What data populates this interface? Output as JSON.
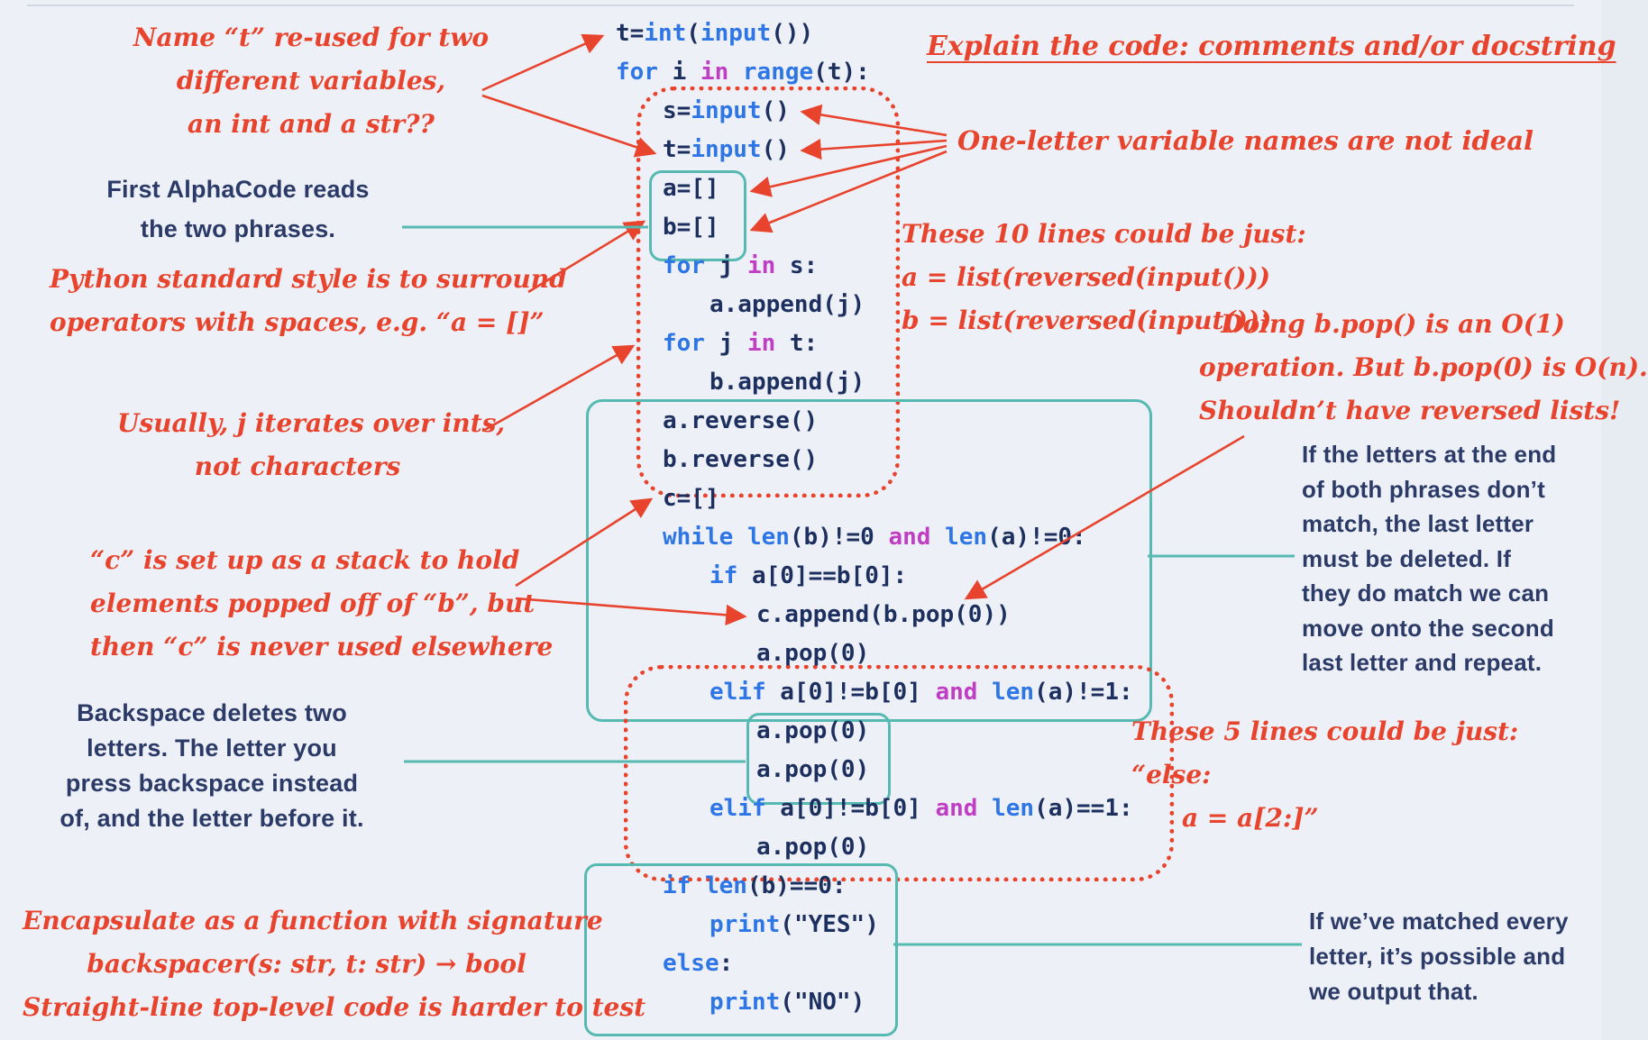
{
  "palette": {
    "background": "#edf1f7",
    "annotation_red": "#e8432d",
    "annotation_navy": "#2b3a67",
    "connector_teal": "#56b9b2",
    "code_plain": "#1c2f5e",
    "code_keyword_blue": "#2e75e6",
    "code_operator_magenta": "#c03ec4"
  },
  "code": {
    "language": "python",
    "lines": [
      {
        "indent": 0,
        "tokens": [
          [
            "p",
            "t="
          ],
          [
            "b",
            "int"
          ],
          [
            "p",
            "("
          ],
          [
            "b",
            "input"
          ],
          [
            "p",
            "())"
          ]
        ]
      },
      {
        "indent": 0,
        "tokens": [
          [
            "k",
            "for"
          ],
          [
            "p",
            " i "
          ],
          [
            "m",
            "in"
          ],
          [
            "p",
            " "
          ],
          [
            "b",
            "range"
          ],
          [
            "p",
            "(t):"
          ]
        ]
      },
      {
        "indent": 1,
        "tokens": [
          [
            "p",
            "s="
          ],
          [
            "b",
            "input"
          ],
          [
            "p",
            "()"
          ]
        ]
      },
      {
        "indent": 1,
        "tokens": [
          [
            "p",
            "t="
          ],
          [
            "b",
            "input"
          ],
          [
            "p",
            "()"
          ]
        ]
      },
      {
        "indent": 1,
        "tokens": [
          [
            "p",
            "a=[]"
          ]
        ]
      },
      {
        "indent": 1,
        "tokens": [
          [
            "p",
            "b=[]"
          ]
        ]
      },
      {
        "indent": 1,
        "tokens": [
          [
            "k",
            "for"
          ],
          [
            "p",
            " j "
          ],
          [
            "m",
            "in"
          ],
          [
            "p",
            " s:"
          ]
        ]
      },
      {
        "indent": 2,
        "tokens": [
          [
            "p",
            "a.append(j)"
          ]
        ]
      },
      {
        "indent": 1,
        "tokens": [
          [
            "k",
            "for"
          ],
          [
            "p",
            " j "
          ],
          [
            "m",
            "in"
          ],
          [
            "p",
            " t:"
          ]
        ]
      },
      {
        "indent": 2,
        "tokens": [
          [
            "p",
            "b.append(j)"
          ]
        ]
      },
      {
        "indent": 1,
        "tokens": [
          [
            "p",
            "a.reverse()"
          ]
        ]
      },
      {
        "indent": 1,
        "tokens": [
          [
            "p",
            "b.reverse()"
          ]
        ]
      },
      {
        "indent": 1,
        "tokens": [
          [
            "p",
            "c=[]"
          ]
        ]
      },
      {
        "indent": 1,
        "tokens": [
          [
            "k",
            "while"
          ],
          [
            "p",
            " "
          ],
          [
            "b",
            "len"
          ],
          [
            "p",
            "(b)!=0 "
          ],
          [
            "m",
            "and"
          ],
          [
            "p",
            " "
          ],
          [
            "b",
            "len"
          ],
          [
            "p",
            "(a)!=0:"
          ]
        ]
      },
      {
        "indent": 2,
        "tokens": [
          [
            "k",
            "if"
          ],
          [
            "p",
            " a[0]==b[0]:"
          ]
        ]
      },
      {
        "indent": 3,
        "tokens": [
          [
            "p",
            "c.append(b.pop(0))"
          ]
        ]
      },
      {
        "indent": 3,
        "tokens": [
          [
            "p",
            "a.pop(0)"
          ]
        ]
      },
      {
        "indent": 2,
        "tokens": [
          [
            "k",
            "elif"
          ],
          [
            "p",
            " a[0]!=b[0] "
          ],
          [
            "m",
            "and"
          ],
          [
            "p",
            " "
          ],
          [
            "b",
            "len"
          ],
          [
            "p",
            "(a)!=1:"
          ]
        ]
      },
      {
        "indent": 3,
        "tokens": [
          [
            "p",
            "a.pop(0)"
          ]
        ]
      },
      {
        "indent": 3,
        "tokens": [
          [
            "p",
            "a.pop(0)"
          ]
        ]
      },
      {
        "indent": 2,
        "tokens": [
          [
            "k",
            "elif"
          ],
          [
            "p",
            " a[0]!=b[0] "
          ],
          [
            "m",
            "and"
          ],
          [
            "p",
            " "
          ],
          [
            "b",
            "len"
          ],
          [
            "p",
            "(a)==1:"
          ]
        ]
      },
      {
        "indent": 3,
        "tokens": [
          [
            "p",
            "a.pop(0)"
          ]
        ]
      },
      {
        "indent": 1,
        "tokens": [
          [
            "k",
            "if"
          ],
          [
            "p",
            " "
          ],
          [
            "b",
            "len"
          ],
          [
            "p",
            "(b)==0:"
          ]
        ]
      },
      {
        "indent": 2,
        "tokens": [
          [
            "b",
            "print"
          ],
          [
            "p",
            "("
          ],
          [
            "s",
            "\"YES\""
          ],
          [
            "p",
            ")"
          ]
        ]
      },
      {
        "indent": 1,
        "tokens": [
          [
            "k",
            "else"
          ],
          [
            "p",
            ":"
          ]
        ]
      },
      {
        "indent": 2,
        "tokens": [
          [
            "b",
            "print"
          ],
          [
            "p",
            "("
          ],
          [
            "s",
            "\"NO\""
          ],
          [
            "p",
            ")"
          ]
        ]
      }
    ]
  },
  "annotations": {
    "name_t_reuse": {
      "lines": [
        "Name “t” re-used for two",
        "different variables,",
        "an int and a str??"
      ]
    },
    "first_alphacode": {
      "lines": [
        "First AlphaCode reads",
        "the two phrases."
      ]
    },
    "python_style": {
      "lines": [
        "Python standard style is to surround",
        "operators with spaces, e.g. “a = []”"
      ]
    },
    "usually_j": {
      "lines": [
        "Usually, j iterates over ints,",
        "not characters"
      ]
    },
    "c_stack": {
      "lines": [
        "“c” is set up as a stack to hold",
        "elements popped off of “b”, but",
        "then “c” is never used elsewhere"
      ]
    },
    "backspace": {
      "lines": [
        "Backspace deletes two",
        "letters. The letter you",
        "press backspace instead",
        "of, and the letter before it."
      ]
    },
    "encapsulate": {
      "lines": [
        "Encapsulate as a function with signature",
        "backspacer(s: str, t: str) → bool",
        "Straight-line top-level code is harder to test"
      ]
    },
    "explain_heading": {
      "lines": [
        "Explain the code: comments and/or docstring"
      ]
    },
    "one_letter": {
      "lines": [
        "One-letter variable names are not ideal"
      ]
    },
    "ten_lines": {
      "lines": [
        "These 10 lines could be just:",
        "a = list(reversed(input()))",
        "b = list(reversed(input()))"
      ]
    },
    "b_pop": {
      "lines": [
        "Doing b.pop() is an O(1)",
        "operation. But b.pop(0) is O(n).",
        "Shouldn’t have reversed lists!"
      ]
    },
    "letters_end": {
      "lines": [
        "If the letters at the end",
        "of both phrases don’t",
        "match, the last letter",
        "must be deleted. If",
        "they do match we can",
        "move onto the second",
        "last letter and repeat."
      ]
    },
    "five_lines": {
      "lines": [
        "These 5 lines could be just:",
        "“else:",
        "a = a[2:]”"
      ]
    },
    "matched": {
      "lines": [
        "If we’ve matched every",
        "letter, it’s possible and",
        "we output that."
      ]
    }
  }
}
